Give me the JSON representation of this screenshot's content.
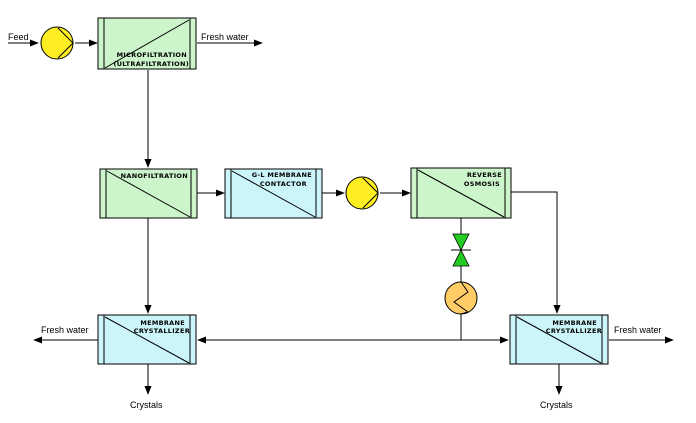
{
  "colors": {
    "green_unit": "#ccf5cc",
    "blue_unit": "#ccf5fa",
    "pump": "#ffee22",
    "valve": "#22cc22",
    "heat_exchanger": "#ffcc66",
    "line": "#000000"
  },
  "streams": {
    "feed": "Feed",
    "fresh_water_mf": "Fresh water",
    "fresh_water_left": "Fresh water",
    "fresh_water_right": "Fresh water",
    "crystals_left": "Crystals",
    "crystals_right": "Crystals"
  },
  "units": {
    "microfiltration": {
      "line1": "MICROFILTRATION",
      "line2": "(ULTRAFILTRATION)"
    },
    "nanofiltration": {
      "line1": "NANOFILTRATION"
    },
    "gl_contactor": {
      "line1": "G-L MEMBRANE",
      "line2": "CONTACTOR"
    },
    "reverse_osmosis": {
      "line1": "REVERSE",
      "line2": "OSMOSIS"
    },
    "crystallizer_left": {
      "line1": "MEMBRANE",
      "line2": "CRYSTALLIZER"
    },
    "crystallizer_right": {
      "line1": "MEMBRANE",
      "line2": "CRYSTALLIZER"
    }
  }
}
